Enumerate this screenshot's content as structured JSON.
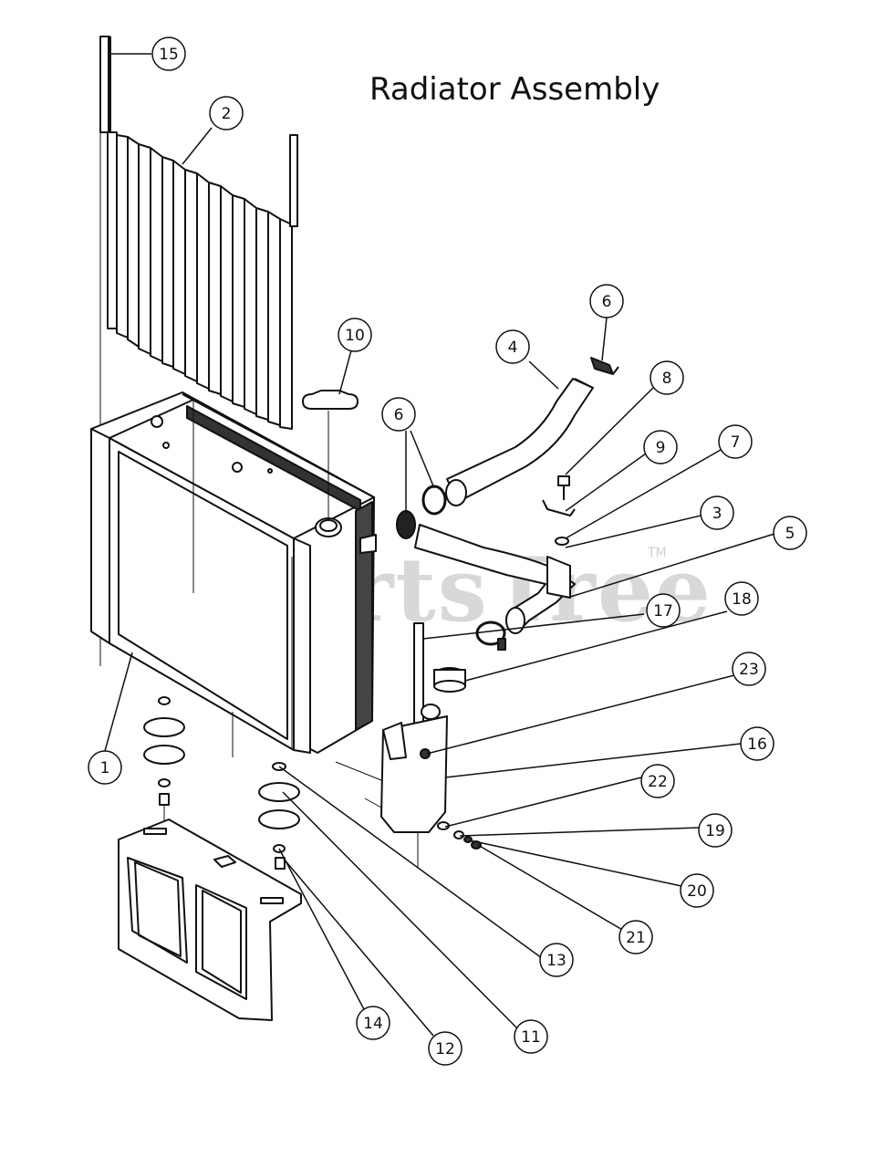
{
  "title": "Radiator Assembly",
  "watermark": {
    "text": "PartsTree",
    "tm": "TM"
  },
  "callouts": [
    "1",
    "2",
    "3",
    "4",
    "5",
    "6",
    "6",
    "7",
    "8",
    "9",
    "10",
    "11",
    "12",
    "13",
    "14",
    "15",
    "16",
    "17",
    "18",
    "19",
    "20",
    "21",
    "22",
    "23"
  ]
}
